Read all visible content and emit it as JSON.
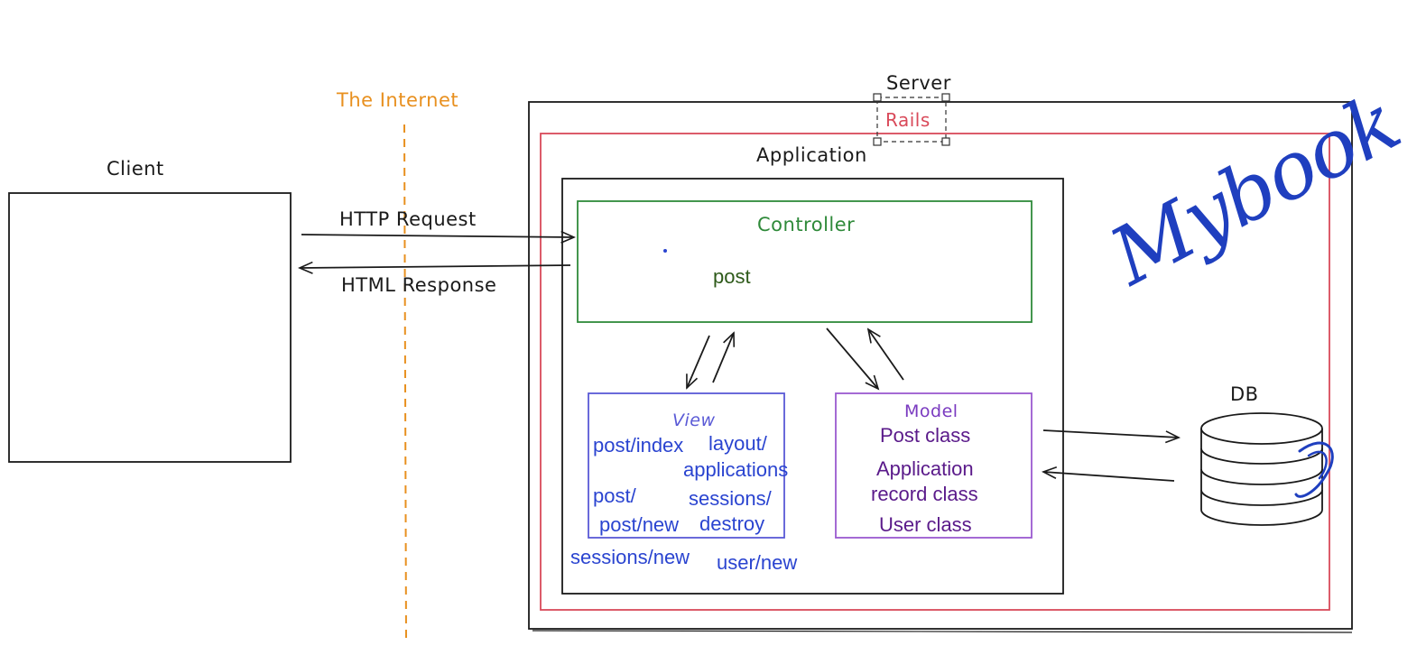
{
  "labels": {
    "client": "Client",
    "internet": "The Internet",
    "server": "Server",
    "rails": "Rails",
    "application": "Application",
    "http_request": "HTTP Request",
    "html_response": "HTML Response",
    "controller": "Controller",
    "controller_item": "post",
    "view": "View",
    "model": "Model",
    "db": "DB",
    "scribble": "Mybook"
  },
  "view_items": [
    "post/index",
    "layout/",
    "applications",
    "post/",
    "sessions/",
    "post/new",
    "destroy",
    "sessions/new",
    "user/new"
  ],
  "model_items": [
    "Post class",
    "Application",
    "record class",
    "User class"
  ],
  "colors": {
    "ink": "#1a1a1a",
    "internet": "#e8901f",
    "rails": "#d94a5a",
    "controller": "#2f8a3a",
    "controller_item": "#2e5a1a",
    "view_box": "#5a5ad6",
    "view_text": "#2a44d0",
    "model_box": "#9a5ad0",
    "model_text": "#5a1a8a",
    "scribble": "#1f3fbf"
  }
}
